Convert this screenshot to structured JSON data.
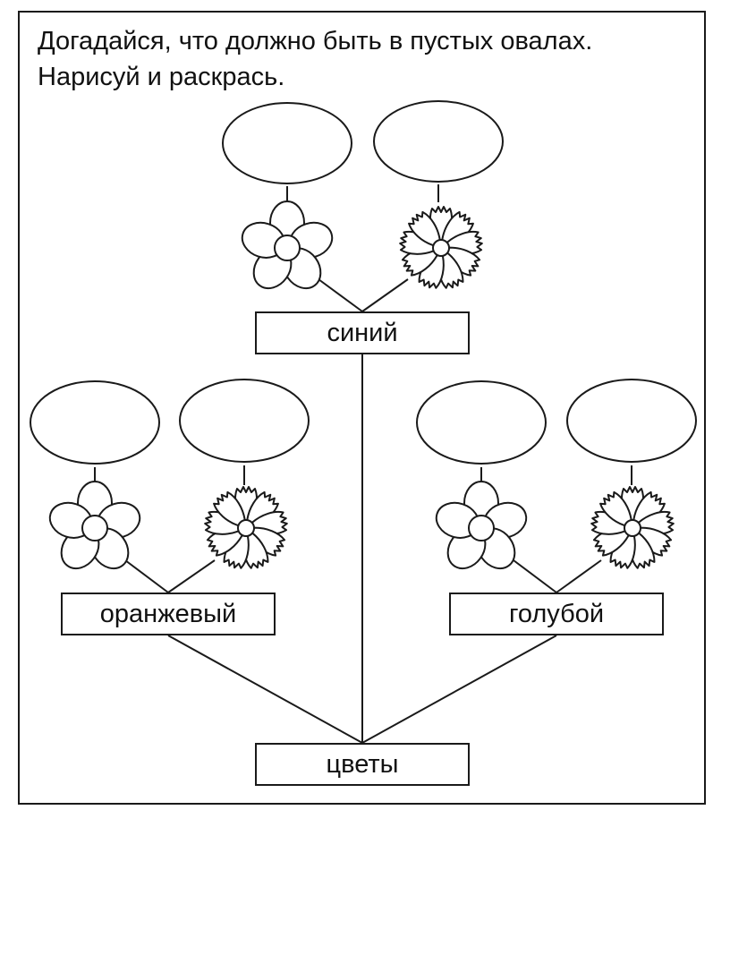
{
  "instructions": {
    "line1": "Догадайся, что должно быть в пустых овалах.",
    "line2": "Нарисуй и раскрась."
  },
  "tree": {
    "root": "цветы",
    "branches": [
      {
        "id": "blue",
        "label": "синий",
        "flowers": [
          "round-petal-flower-icon",
          "fringed-petal-flower-icon"
        ],
        "ovals": [
          "",
          ""
        ]
      },
      {
        "id": "orange",
        "label": "оранжевый",
        "flowers": [
          "round-petal-flower-icon",
          "fringed-petal-flower-icon"
        ],
        "ovals": [
          "",
          ""
        ]
      },
      {
        "id": "lightblue",
        "label": "голубой",
        "flowers": [
          "round-petal-flower-icon",
          "fringed-petal-flower-icon"
        ],
        "ovals": [
          "",
          ""
        ]
      }
    ]
  },
  "colors": {
    "line": "#1a1a1a",
    "background": "#ffffff"
  }
}
